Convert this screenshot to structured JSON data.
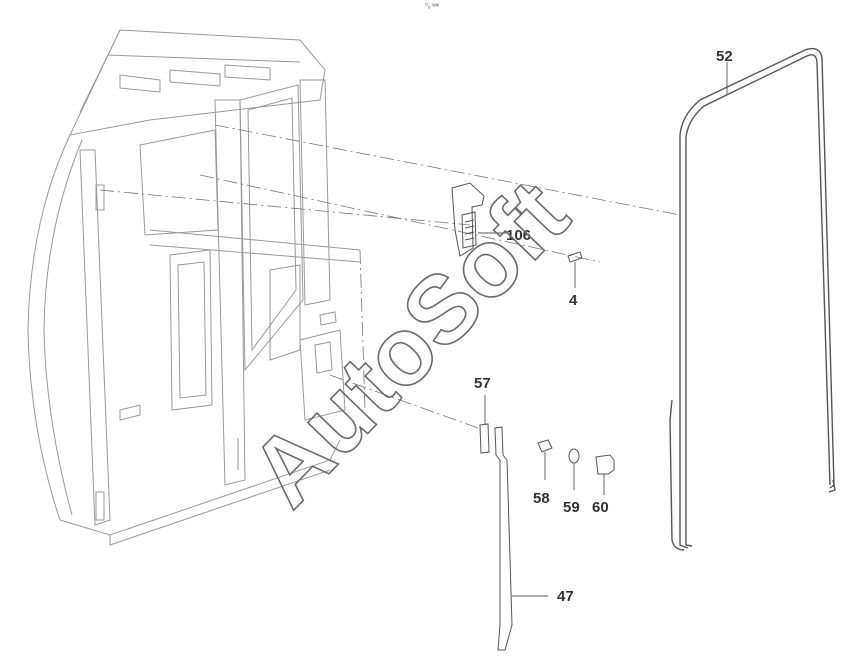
{
  "header": {
    "tiny_mark": "⁰ₒ ʷʷ"
  },
  "watermark": {
    "text": "AutoSoft"
  },
  "callouts": [
    {
      "id": "52",
      "label": "52"
    },
    {
      "id": "106",
      "label": "106"
    },
    {
      "id": "4",
      "label": "4"
    },
    {
      "id": "57",
      "label": "57"
    },
    {
      "id": "58",
      "label": "58"
    },
    {
      "id": "59",
      "label": "59"
    },
    {
      "id": "60",
      "label": "60"
    },
    {
      "id": "47",
      "label": "47"
    }
  ],
  "colors": {
    "line": "#555555",
    "light_line": "#9a9a9a",
    "text": "#333333",
    "watermark": "#6b6b6b"
  }
}
